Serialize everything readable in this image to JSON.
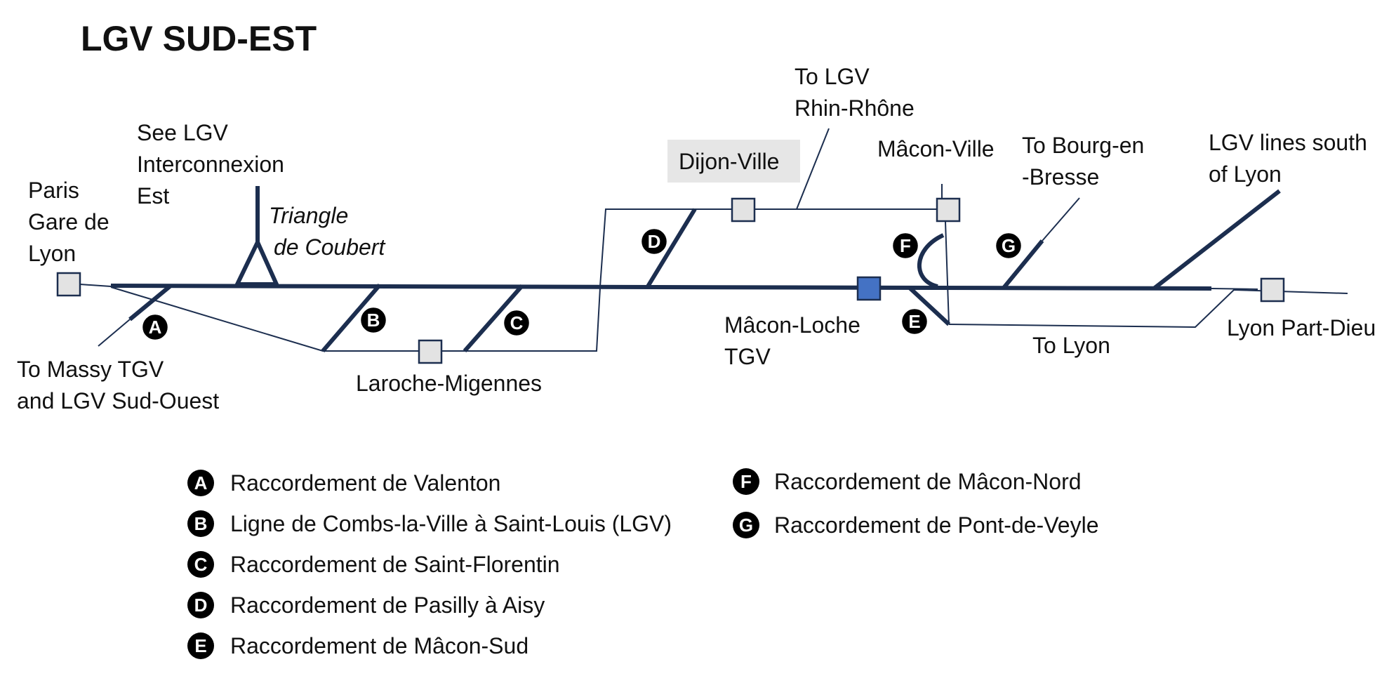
{
  "title": "LGV SUD-EST",
  "colors": {
    "line": "#1c2e4f",
    "station_fill": "#e3e3e3",
    "tgv_station_fill": "#4472c4",
    "badge": "#000000",
    "label_box": "#e6e6e6"
  },
  "labels": {
    "paris_1": "Paris",
    "paris_2": "Gare de",
    "paris_3": "Lyon",
    "interco_1": "See LGV",
    "interco_2": "Interconnexion",
    "interco_3": "Est",
    "triangle_1": "Triangle",
    "triangle_2": "de Coubert",
    "massy_1": "To Massy TGV",
    "massy_2": "and LGV Sud-Ouest",
    "laroche": "Laroche-Migennes",
    "dijon": "Dijon-Ville",
    "rhin_1": "To LGV",
    "rhin_2": "Rhin-Rhône",
    "macon_ville": "Mâcon-Ville",
    "bourg_1": "To Bourg-en",
    "bourg_2": "-Bresse",
    "south_1": "LGV lines south",
    "south_2": "of Lyon",
    "loche_1": "Mâcon-Loche",
    "loche_2": "TGV",
    "to_lyon": "To Lyon",
    "part_dieu": "Lyon Part-Dieu"
  },
  "badges": {
    "A": "A",
    "B": "B",
    "C": "C",
    "D": "D",
    "E": "E",
    "F": "F",
    "G": "G"
  },
  "legend": [
    {
      "letter": "A",
      "text": "Raccordement de Valenton"
    },
    {
      "letter": "B",
      "text": "Ligne de Combs-la-Ville à Saint-Louis (LGV)"
    },
    {
      "letter": "C",
      "text": "Raccordement de Saint-Florentin"
    },
    {
      "letter": "D",
      "text": "Raccordement de Pasilly à Aisy"
    },
    {
      "letter": "E",
      "text": "Raccordement de Mâcon-Sud"
    },
    {
      "letter": "F",
      "text": "Raccordement de Mâcon-Nord"
    },
    {
      "letter": "G",
      "text": "Raccordement de Pont-de-Veyle"
    }
  ]
}
